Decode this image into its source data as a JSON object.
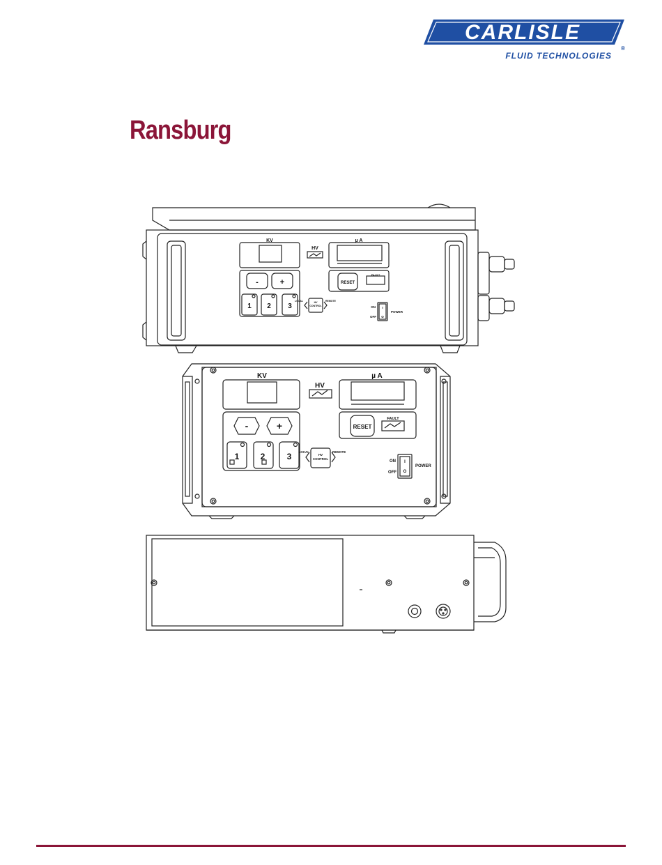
{
  "logo": {
    "brand": "CARLISLE",
    "registered_mark": "®",
    "tagline": "FLUID TECHNOLOGIES",
    "color": "#1f4fa3"
  },
  "title": "Ransburg",
  "accent_color": "#8b1538",
  "panel": {
    "kv_label": "KV",
    "hv_label": "HV",
    "ua_label": "µ A",
    "minus": "-",
    "plus": "+",
    "preset1": "1",
    "preset2": "2",
    "preset3": "3",
    "reset": "RESET",
    "fault": "FAULT",
    "local": "LOCAL",
    "remote": "REMOTE",
    "hv_control_line1": "HV",
    "hv_control_line2": "CONTROL",
    "on": "ON",
    "off": "OFF",
    "power": "POWER",
    "switch_on_mark": "I",
    "switch_off_mark": "O"
  }
}
